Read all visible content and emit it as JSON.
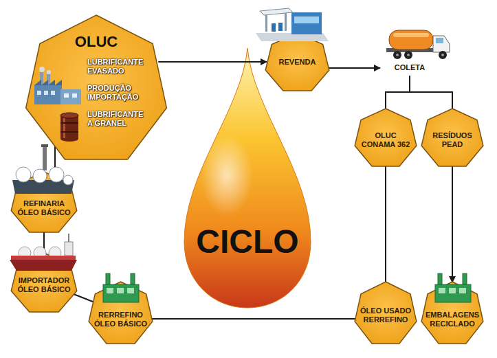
{
  "diagram": {
    "nodes": [
      {
        "text": [
          "OLUC",
          "LUBRIFICANTE EVASADO",
          "PRODUÇÃO IMPORTAÇÃO",
          "LUBRIFICANTE A GRANEL"
        ]
      },
      {
        "text": [
          "REVENDA"
        ]
      },
      {
        "text": [
          "COLETA"
        ]
      },
      {
        "text": [
          "OLUC CONAMA 362"
        ]
      },
      {
        "text": [
          "RESÍDUOS PEAD"
        ]
      },
      {
        "text": [
          "EMBALAGENS RECICLADO"
        ]
      },
      {
        "text": [
          "ÓLEO USADO RERREFINO"
        ]
      },
      {
        "text": [
          "RERREFINO ÓLEO BÁSICO"
        ]
      },
      {
        "text": [
          "IMPORTADOR ÓLEO BÁSICO"
        ]
      },
      {
        "text": [
          "REFINARIA ÓLEO BÁSICO"
        ]
      }
    ],
    "edges": [
      {
        "from": 0,
        "to": 1,
        "arrow": "to"
      },
      {
        "from": 1,
        "to": 2,
        "arrow": "to"
      },
      {
        "from": 2,
        "to": 3,
        "arrow": "none"
      },
      {
        "from": 2,
        "to": 4,
        "arrow": "none"
      },
      {
        "from": 4,
        "to": 5,
        "arrow": "to"
      },
      {
        "from": 3,
        "to": 6,
        "arrow": "none"
      },
      {
        "from": 6,
        "to": 7,
        "arrow": "none"
      },
      {
        "from": 7,
        "to": 8,
        "arrow": "none"
      },
      {
        "from": 8,
        "to": 9,
        "arrow": "none"
      },
      {
        "from": 9,
        "to": 0,
        "arrow": "none"
      }
    ],
    "labels": [
      "CICLO"
    ]
  }
}
